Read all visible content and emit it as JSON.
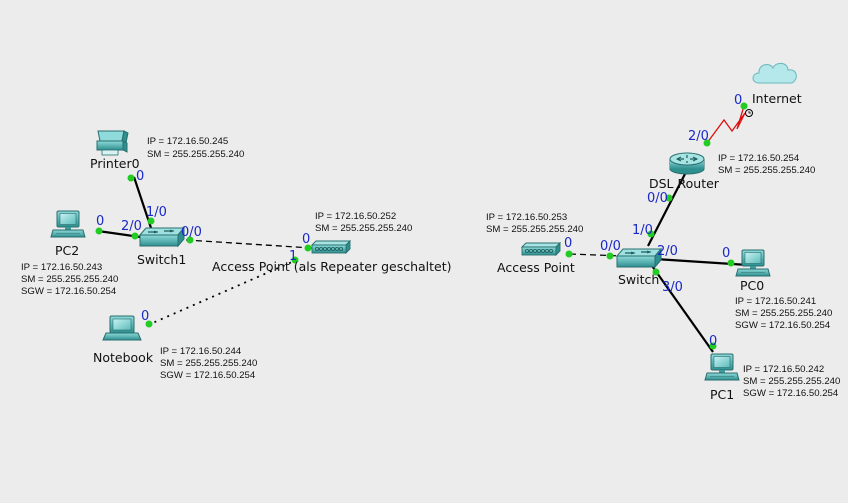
{
  "devices": {
    "printer0": {
      "name": "Printer0",
      "info": [
        "IP = 172.16.50.245",
        "SM = 255.255.255.240"
      ]
    },
    "pc2": {
      "name": "PC2",
      "info": [
        "IP = 172.16.50.243",
        "SM = 255.255.255.240",
        "SGW = 172.16.50.254"
      ]
    },
    "switch1": {
      "name": "Switch1"
    },
    "ap_repeater": {
      "name": "Access Point (als Repeater geschaltet)",
      "info": [
        "IP = 172.16.50.252",
        "SM = 255.255.255.240"
      ]
    },
    "notebook": {
      "name": "Notebook",
      "info": [
        "IP = 172.16.50.244",
        "SM = 255.255.255.240",
        "SGW = 172.16.50.254"
      ]
    },
    "internet": {
      "name": "Internet"
    },
    "dsl_router": {
      "name": "DSL Router",
      "info": [
        "IP = 172.16.50.254",
        "SM = 255.255.255.240"
      ]
    },
    "access_point": {
      "name": "Access Point",
      "info": [
        "IP = 172.16.50.253",
        "SM = 255.255.255.240"
      ]
    },
    "switch": {
      "name": "Switch"
    },
    "pc0": {
      "name": "PC0",
      "info": [
        "IP = 172.16.50.241",
        "SM = 255.255.255.240",
        "SGW = 172.16.50.254"
      ]
    },
    "pc1": {
      "name": "PC1",
      "info": [
        "IP = 172.16.50.242",
        "SM = 255.255.255.240",
        "SGW = 172.16.50.254"
      ]
    }
  },
  "ports": {
    "printer0_0": "0",
    "switch1_1_0": "1/0",
    "pc2_0": "0",
    "switch1_2_0": "2/0",
    "switch1_0_0": "0/0",
    "ap_repeater_0": "0",
    "ap_repeater_1": "1",
    "notebook_0": "0",
    "internet_0": "0",
    "router_2_0": "2/0",
    "router_0_0": "0/0",
    "switch_1_0": "1/0",
    "access_point_0": "0",
    "switch_0_0": "0/0",
    "switch_2_0": "2/0",
    "pc0_0": "0",
    "switch_3_0": "3/0",
    "pc1_0": "0"
  },
  "colors": {
    "copper_link": "#000000",
    "serial_link": "#e01010",
    "link_dot": "#22cc22",
    "port_label": "#1a28c8",
    "device": "#3aa5a5",
    "background": "#ececec"
  }
}
